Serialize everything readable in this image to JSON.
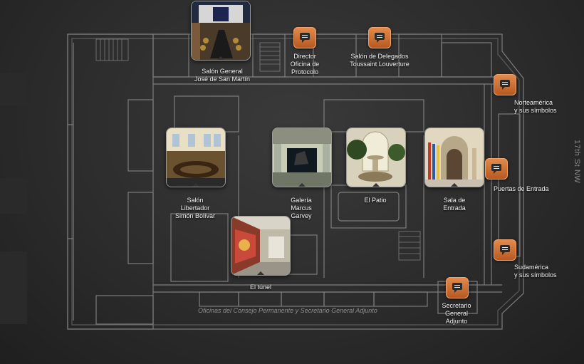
{
  "map": {
    "street_label": "17th St NW",
    "footnote": "Oficinas del Consejo Permanente y Secretario General Adjunto"
  },
  "locations": [
    {
      "type": "photo",
      "icon": "conference-room-photo",
      "label": "Salón General\nJosé de San Martín"
    },
    {
      "type": "comment",
      "icon": "comment-icon",
      "label": "Director\nOficina de\nProtocolo"
    },
    {
      "type": "comment",
      "icon": "comment-icon",
      "label": "Salón de Delegados\nToussaint Louverture"
    },
    {
      "type": "comment",
      "icon": "comment-icon",
      "label": "Norteamérica\ny sus símbolos"
    },
    {
      "type": "photo",
      "icon": "meeting-hall-photo",
      "label": "Salón\nLibertador\nSimón Bolívar"
    },
    {
      "type": "photo",
      "icon": "gallery-statue-photo",
      "label": "Galería\nMarcus\nGarvey"
    },
    {
      "type": "photo",
      "icon": "patio-fountain-photo",
      "label": "El Patio"
    },
    {
      "type": "photo",
      "icon": "entrance-hall-photo",
      "label": "Sala de\nEntrada"
    },
    {
      "type": "comment",
      "icon": "comment-icon",
      "label": "Puertas de Entrada"
    },
    {
      "type": "photo",
      "icon": "tunnel-mural-photo",
      "label": "El túnel"
    },
    {
      "type": "comment",
      "icon": "comment-icon",
      "label": "Sudamérica\ny sus símbolos"
    },
    {
      "type": "comment",
      "icon": "comment-icon",
      "label": "Secretario\nGeneral\nAdjunto"
    }
  ],
  "colors": {
    "accent": "#d7743a",
    "line": "#8a8a8a",
    "background": "#2f2f2f",
    "label": "#f2f2f2"
  }
}
